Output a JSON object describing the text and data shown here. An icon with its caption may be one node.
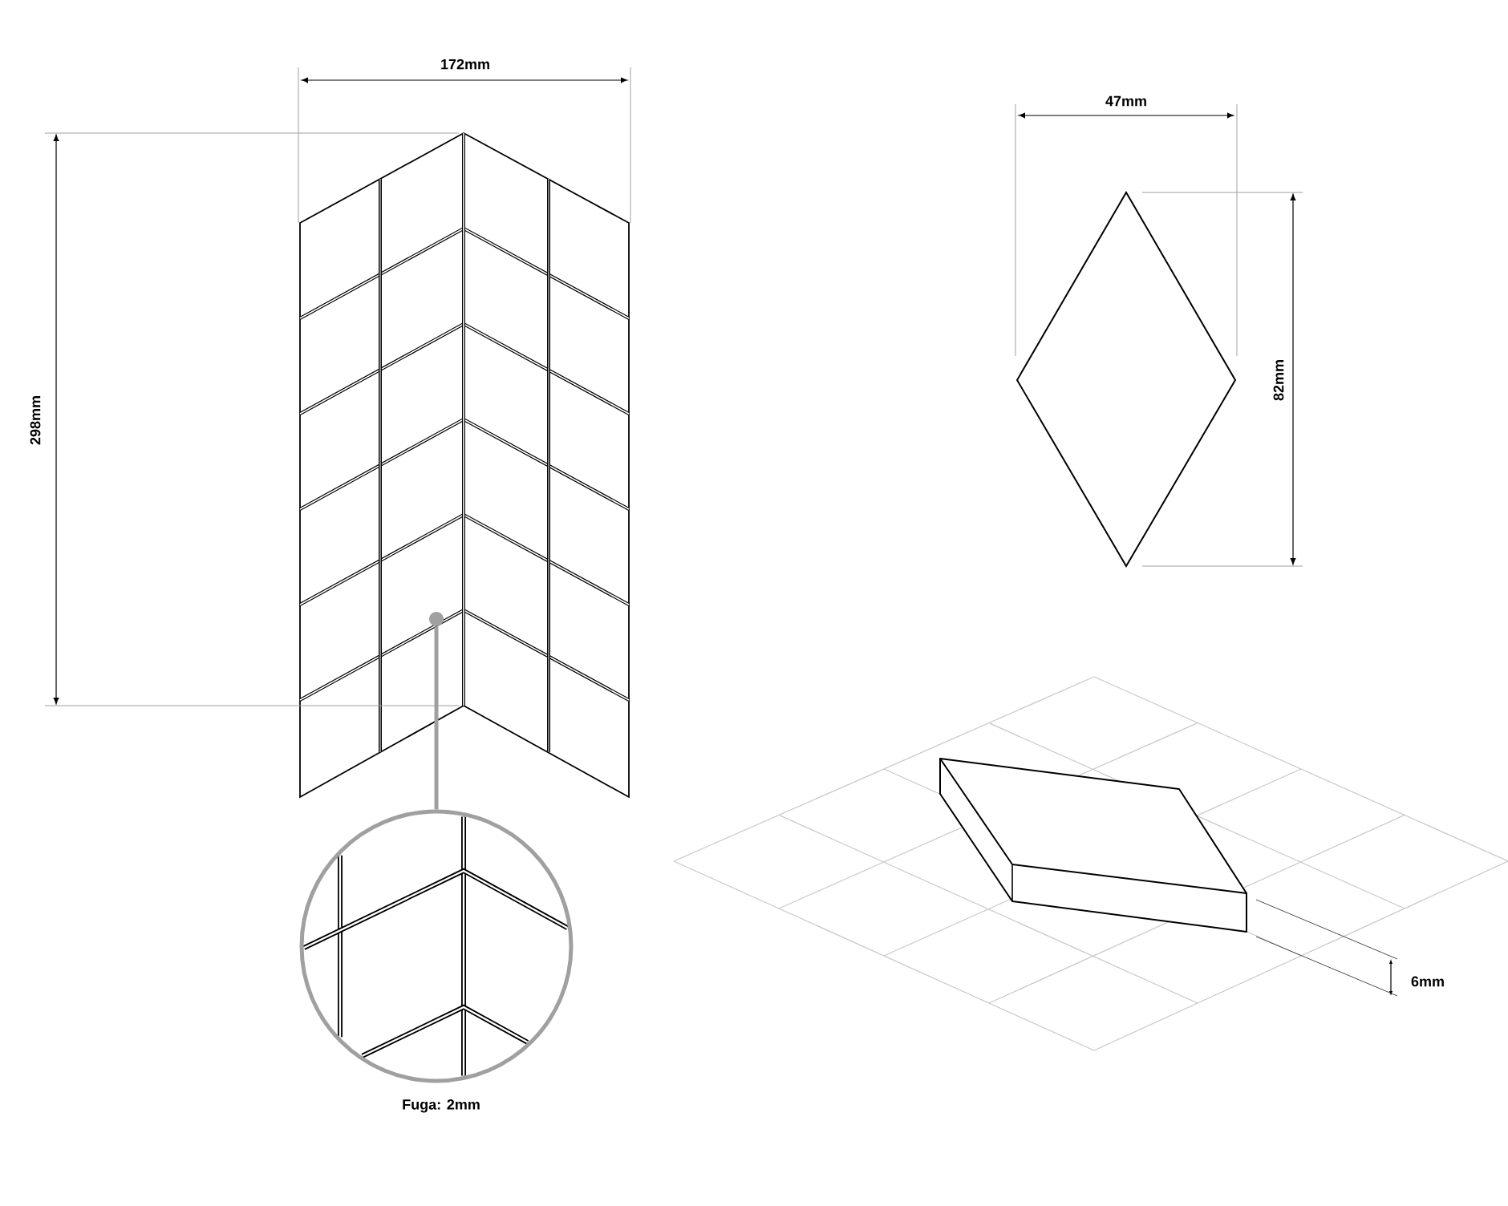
{
  "diagram": {
    "nodes": [
      {
        "text": [],
        "shape": "circle"
      },
      {
        "text": [
          "Fuga: 2mm"
        ]
      }
    ],
    "edges": [
      {
        "from": 1,
        "to": 0,
        "arrow": "none"
      }
    ],
    "labels": [
      "172mm",
      "298mm",
      "47mm",
      "82mm",
      "6mm"
    ]
  }
}
